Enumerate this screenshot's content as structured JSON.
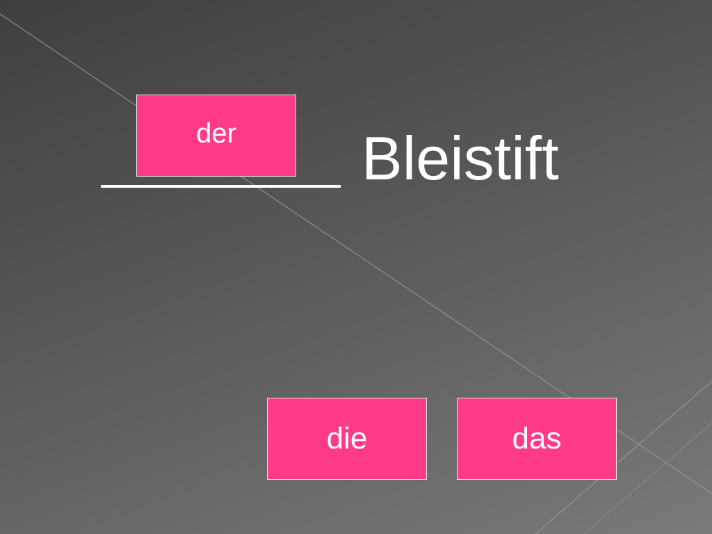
{
  "sentence": {
    "word": "Bleistift"
  },
  "cards": {
    "placed": "der",
    "options": [
      "die",
      "das"
    ]
  },
  "colors": {
    "card_background": "#ff3a87",
    "text": "#ffffff"
  }
}
